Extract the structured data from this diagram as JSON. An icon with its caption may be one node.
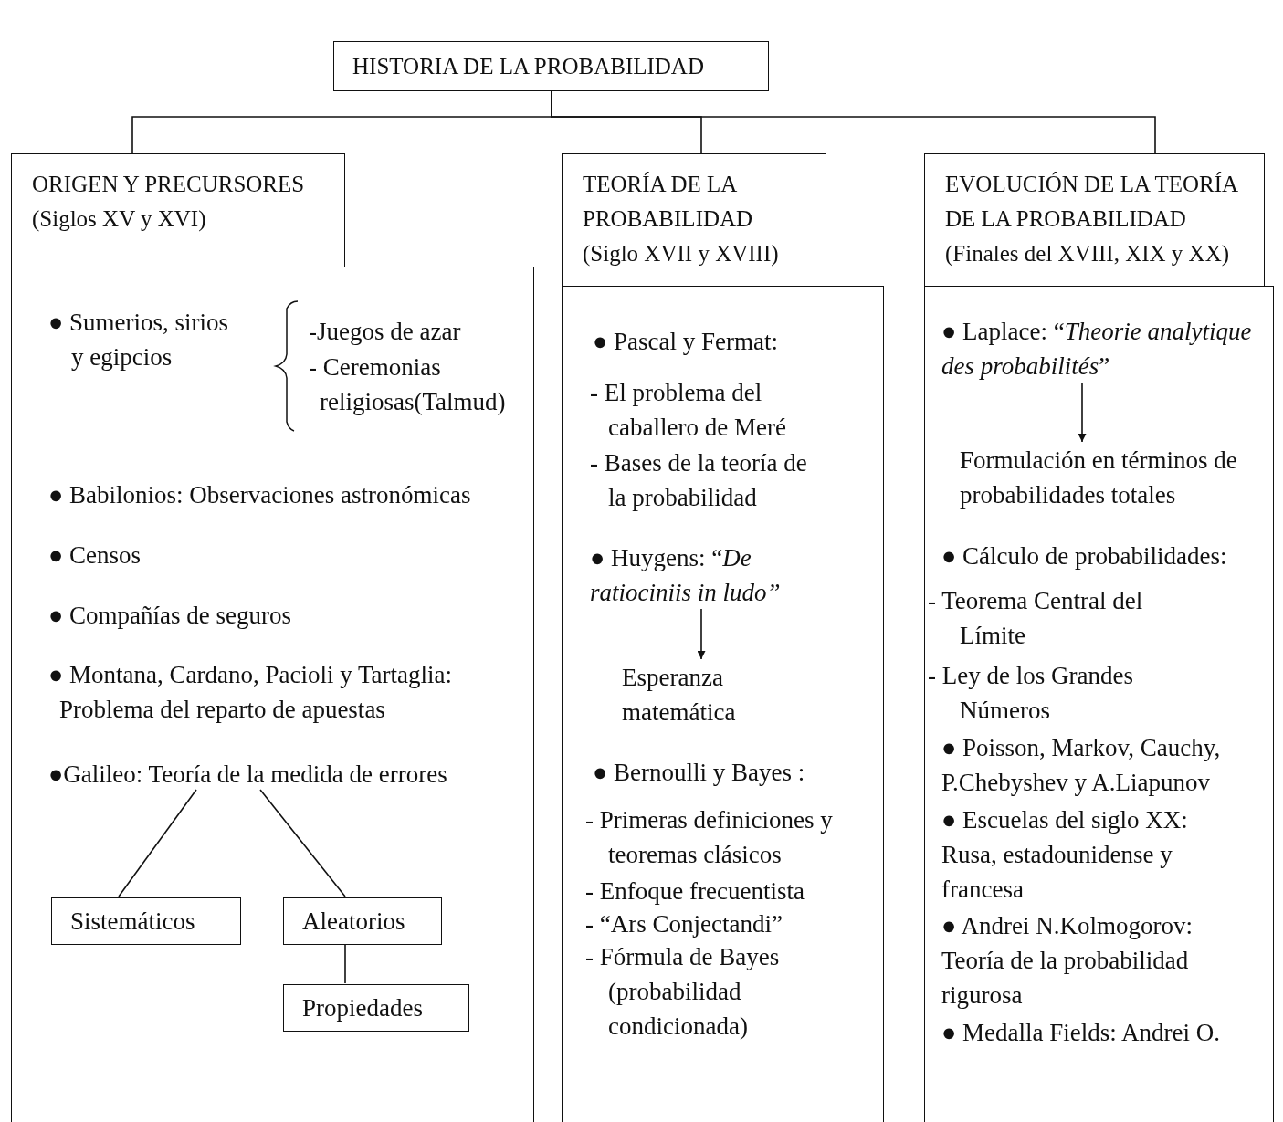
{
  "diagram": {
    "nodes": [
      {
        "text": [
          "HISTORIA DE LA PROBABILIDAD"
        ]
      },
      {
        "text": [
          "ORIGEN Y PRECURSORES",
          "(Siglos XV y XVI)"
        ]
      },
      {
        "text": [
          "● Sumerios, sirios y egipcios",
          "-Juegos de azar",
          "- Ceremonias religiosas(Talmud)",
          "● Babilonios: Observaciones astronómicas",
          "● Censos",
          "● Compañías de seguros",
          "● Montana, Cardano, Pacioli y Tartaglia: Problema del reparto de apuestas"
        ]
      },
      {
        "text": [
          "●Galileo: Teoría de la medida de errores"
        ],
        "in": 2
      },
      {
        "text": [
          "Sistemáticos"
        ],
        "in": 2
      },
      {
        "text": [
          "Aleatorios"
        ],
        "in": 2
      },
      {
        "text": [
          "Propiedades"
        ],
        "in": 2
      },
      {
        "text": [
          "TEORÍA DE LA PROBABILIDAD",
          "(Siglo XVII y XVIII)"
        ]
      },
      {
        "text": [
          "● Pascal y Fermat:",
          "- El problema del caballero de Meré",
          "- Bases de la teoría de la probabilidad",
          "● Bernoulli y Bayes :",
          "- Primeras definiciones y teoremas clásicos",
          "- Enfoque frecuentista",
          "- “Ars Conjectandi”",
          "- Fórmula de Bayes (probabilidad condicionada)"
        ]
      },
      {
        "text": [
          "● Huygens: “*De ratiociniis in ludo”*"
        ],
        "in": 8
      },
      {
        "text": [
          "Esperanza matemática"
        ],
        "in": 8
      },
      {
        "text": [
          "EVOLUCIÓN DE LA TEORÍA DE LA PROBABILIDAD",
          "(Finales del XVIII, XIX y XX)"
        ]
      },
      {
        "text": [
          "● Cálculo de probabilidades:",
          "- Teorema Central del Límite",
          "- Ley de los Grandes Números",
          "● Poisson, Markov, Cauchy, P.Chebyshev y A.Liapunov",
          "● Escuelas del siglo XX: Rusa, estadounidense y francesa",
          "● Andrei N.Kolmogorov: Teoría de la probabilidad rigurosa",
          "● Medalla Fields: Andrei O."
        ]
      },
      {
        "text": [
          "● Laplace: “*Theorie analytique des probabilités*”"
        ],
        "in": 12
      },
      {
        "text": [
          "Formulación en términos de probabilidades totales"
        ],
        "in": 12
      }
    ],
    "edges": [
      {
        "from": 0,
        "to": 1,
        "arrow": "none"
      },
      {
        "from": 0,
        "to": 7,
        "arrow": "none"
      },
      {
        "from": 0,
        "to": 11,
        "arrow": "none"
      },
      {
        "from": 3,
        "to": 4,
        "arrow": "none"
      },
      {
        "from": 3,
        "to": 5,
        "arrow": "none"
      },
      {
        "from": 5,
        "to": 6,
        "arrow": "none"
      },
      {
        "from": 9,
        "to": 10,
        "arrow": "to"
      },
      {
        "from": 13,
        "to": 14,
        "arrow": "to"
      }
    ]
  }
}
